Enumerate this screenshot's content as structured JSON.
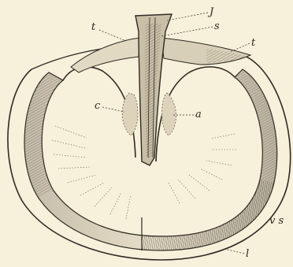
{
  "figure": {
    "labels": {
      "J": "J",
      "t_left": "t",
      "s": "s",
      "t_right": "t",
      "c": "c",
      "a": "a",
      "vs": "v s",
      "l": "l"
    }
  }
}
